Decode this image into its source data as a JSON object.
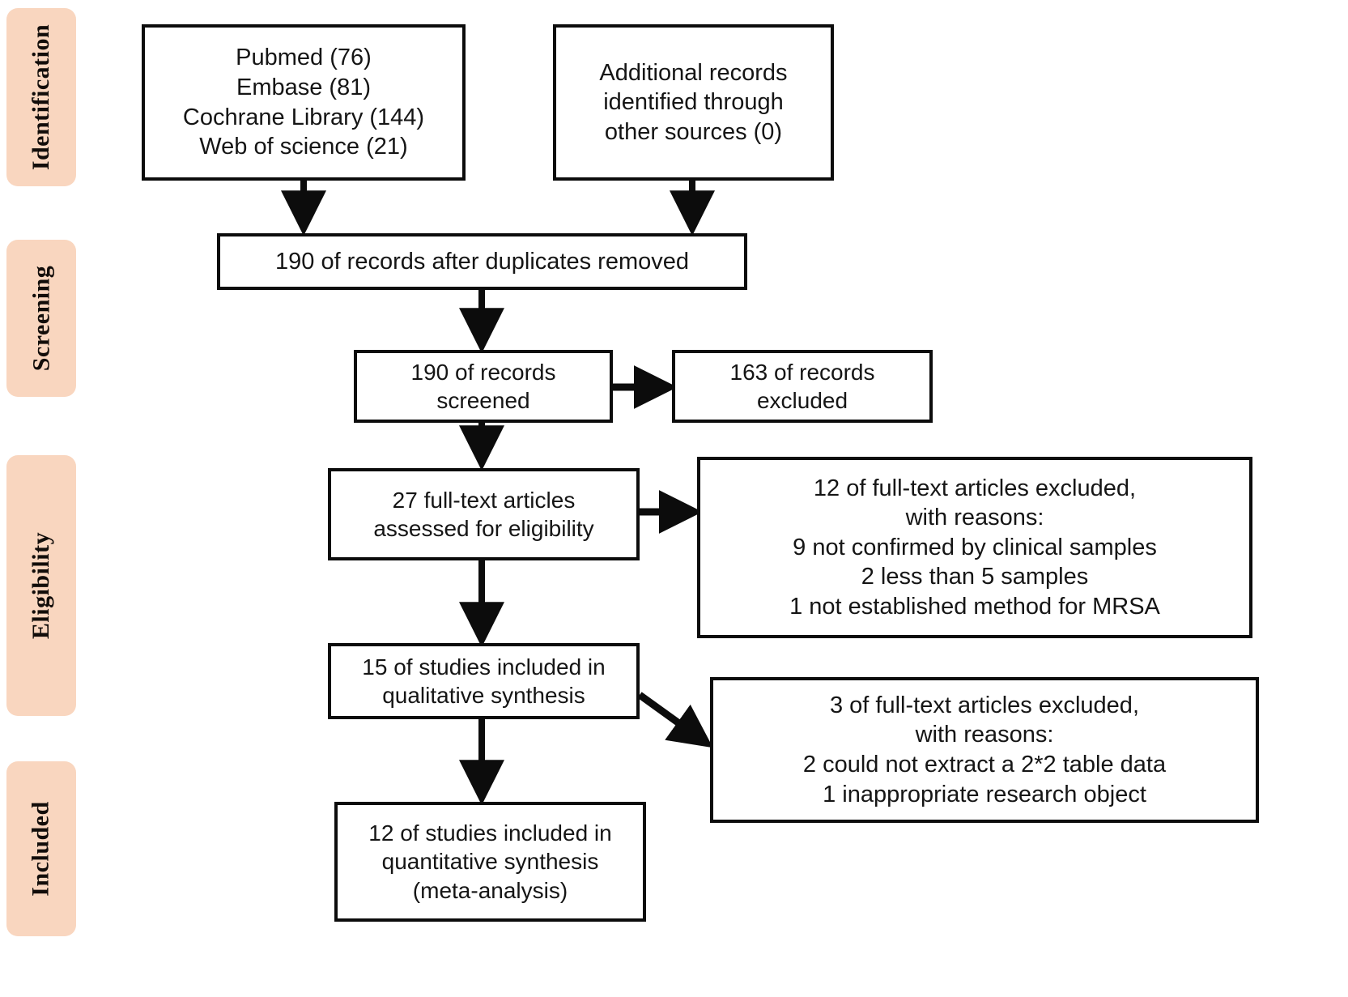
{
  "diagram": {
    "type": "prisma-flow-diagram",
    "colors": {
      "stage_pill_fill": "#F9D6BF",
      "box_border": "#0c0c0c",
      "box_fill": "#FFFFFF",
      "text": "#151515",
      "connector": "#0c0c0c"
    },
    "stages": [
      {
        "id": "identification",
        "label": "Identification"
      },
      {
        "id": "screening",
        "label": "Screening"
      },
      {
        "id": "eligibility",
        "label": "Eligibility"
      },
      {
        "id": "included",
        "label": "Included"
      }
    ],
    "boxes": [
      {
        "id": "sources",
        "text": "Pubmed (76)\nEmbase (81)\nCochrane Library (144)\nWeb of science (21)"
      },
      {
        "id": "additional-records",
        "text": "Additional records\nidentified through\nother sources (0)"
      },
      {
        "id": "duplicates-removed",
        "text": "190 of records after duplicates removed"
      },
      {
        "id": "records-screened",
        "text": "190 of records\nscreened"
      },
      {
        "id": "records-excluded",
        "text": "163 of records\nexcluded"
      },
      {
        "id": "fulltext-assessed",
        "text": "27 full-text articles\nassessed for eligibility"
      },
      {
        "id": "fulltext-excluded-12",
        "text": "12 of full-text articles excluded,\nwith reasons:\n9 not confirmed by clinical samples\n2 less than 5 samples\n1 not established method for MRSA"
      },
      {
        "id": "qualitative-synthesis",
        "text": "15 of studies included in\nqualitative synthesis"
      },
      {
        "id": "fulltext-excluded-3",
        "text": "3 of full-text articles excluded,\nwith reasons:\n2 could not extract a 2*2 table data\n1 inappropriate research object"
      },
      {
        "id": "quantitative-synthesis",
        "text": "12 of studies included in\nquantitative synthesis\n(meta-analysis)"
      }
    ],
    "counts": {
      "pubmed": 76,
      "embase": 81,
      "cochrane_library": 144,
      "web_of_science": 21,
      "additional_other_sources": 0,
      "after_duplicates_removed": 190,
      "records_screened": 190,
      "records_excluded": 163,
      "fulltext_assessed": 27,
      "fulltext_excluded_eligibility": 12,
      "excluded_not_confirmed_clinical_samples": 9,
      "excluded_less_than_5_samples": 2,
      "excluded_not_established_method_mrsa": 1,
      "qualitative_synthesis": 15,
      "fulltext_excluded_synthesis": 3,
      "excluded_no_2x2_table": 2,
      "excluded_inappropriate_research_object": 1,
      "quantitative_synthesis": 12
    }
  }
}
